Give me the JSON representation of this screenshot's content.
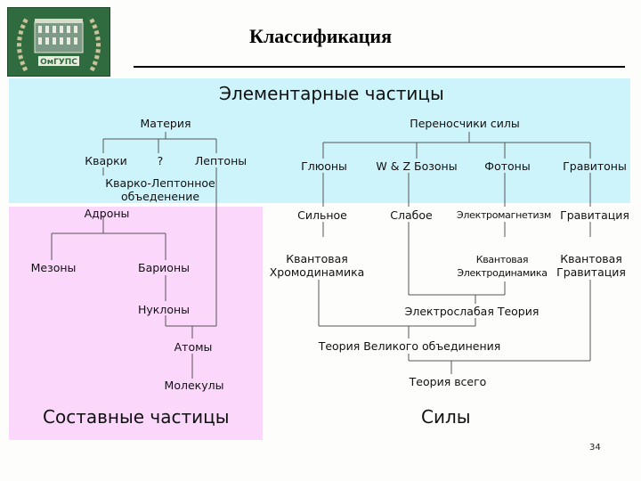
{
  "title": "Классификация",
  "headers": {
    "elementary": "Элементарные частицы",
    "composite": "Составные частицы",
    "forces": "Силы"
  },
  "particles": {
    "matter": "Материя",
    "quarks": "Кварки",
    "unknown": "?",
    "leptons": "Лептоны",
    "quark_lepton_1": "Кварко-Лептонное",
    "quark_lepton_2": "объеденение",
    "hadrons": "Адроны",
    "mesons": "Мезоны",
    "baryons": "Барионы",
    "nucleons": "Нуклоны",
    "atoms": "Атомы",
    "molecules": "Молекулы"
  },
  "carriers": {
    "title": "Переносчики силы",
    "gluons": "Глюоны",
    "wz": "W & Z Бозоны",
    "photons": "Фотоны",
    "gravitons": "Гравитоны"
  },
  "forces": {
    "strong": "Сильное",
    "weak": "Слабое",
    "em": "Электромагнетизм",
    "gravity": "Гравитация",
    "qcd_1": "Квантовая",
    "qcd_2": "Хромодинамика",
    "qed_1": "Квантовая",
    "qed_2": "Электродинамика",
    "qg_1": "Квантовая",
    "qg_2": "Гравитация",
    "electroweak": "Электрослабая Теория",
    "gut": "Теория Великого объединения",
    "toe": "Теория всего"
  },
  "page_number": "34",
  "colors": {
    "elementary_bg": "#cdf3fb",
    "composite_bg": "#fad7fb",
    "logo_green": "#2f6b3f"
  }
}
